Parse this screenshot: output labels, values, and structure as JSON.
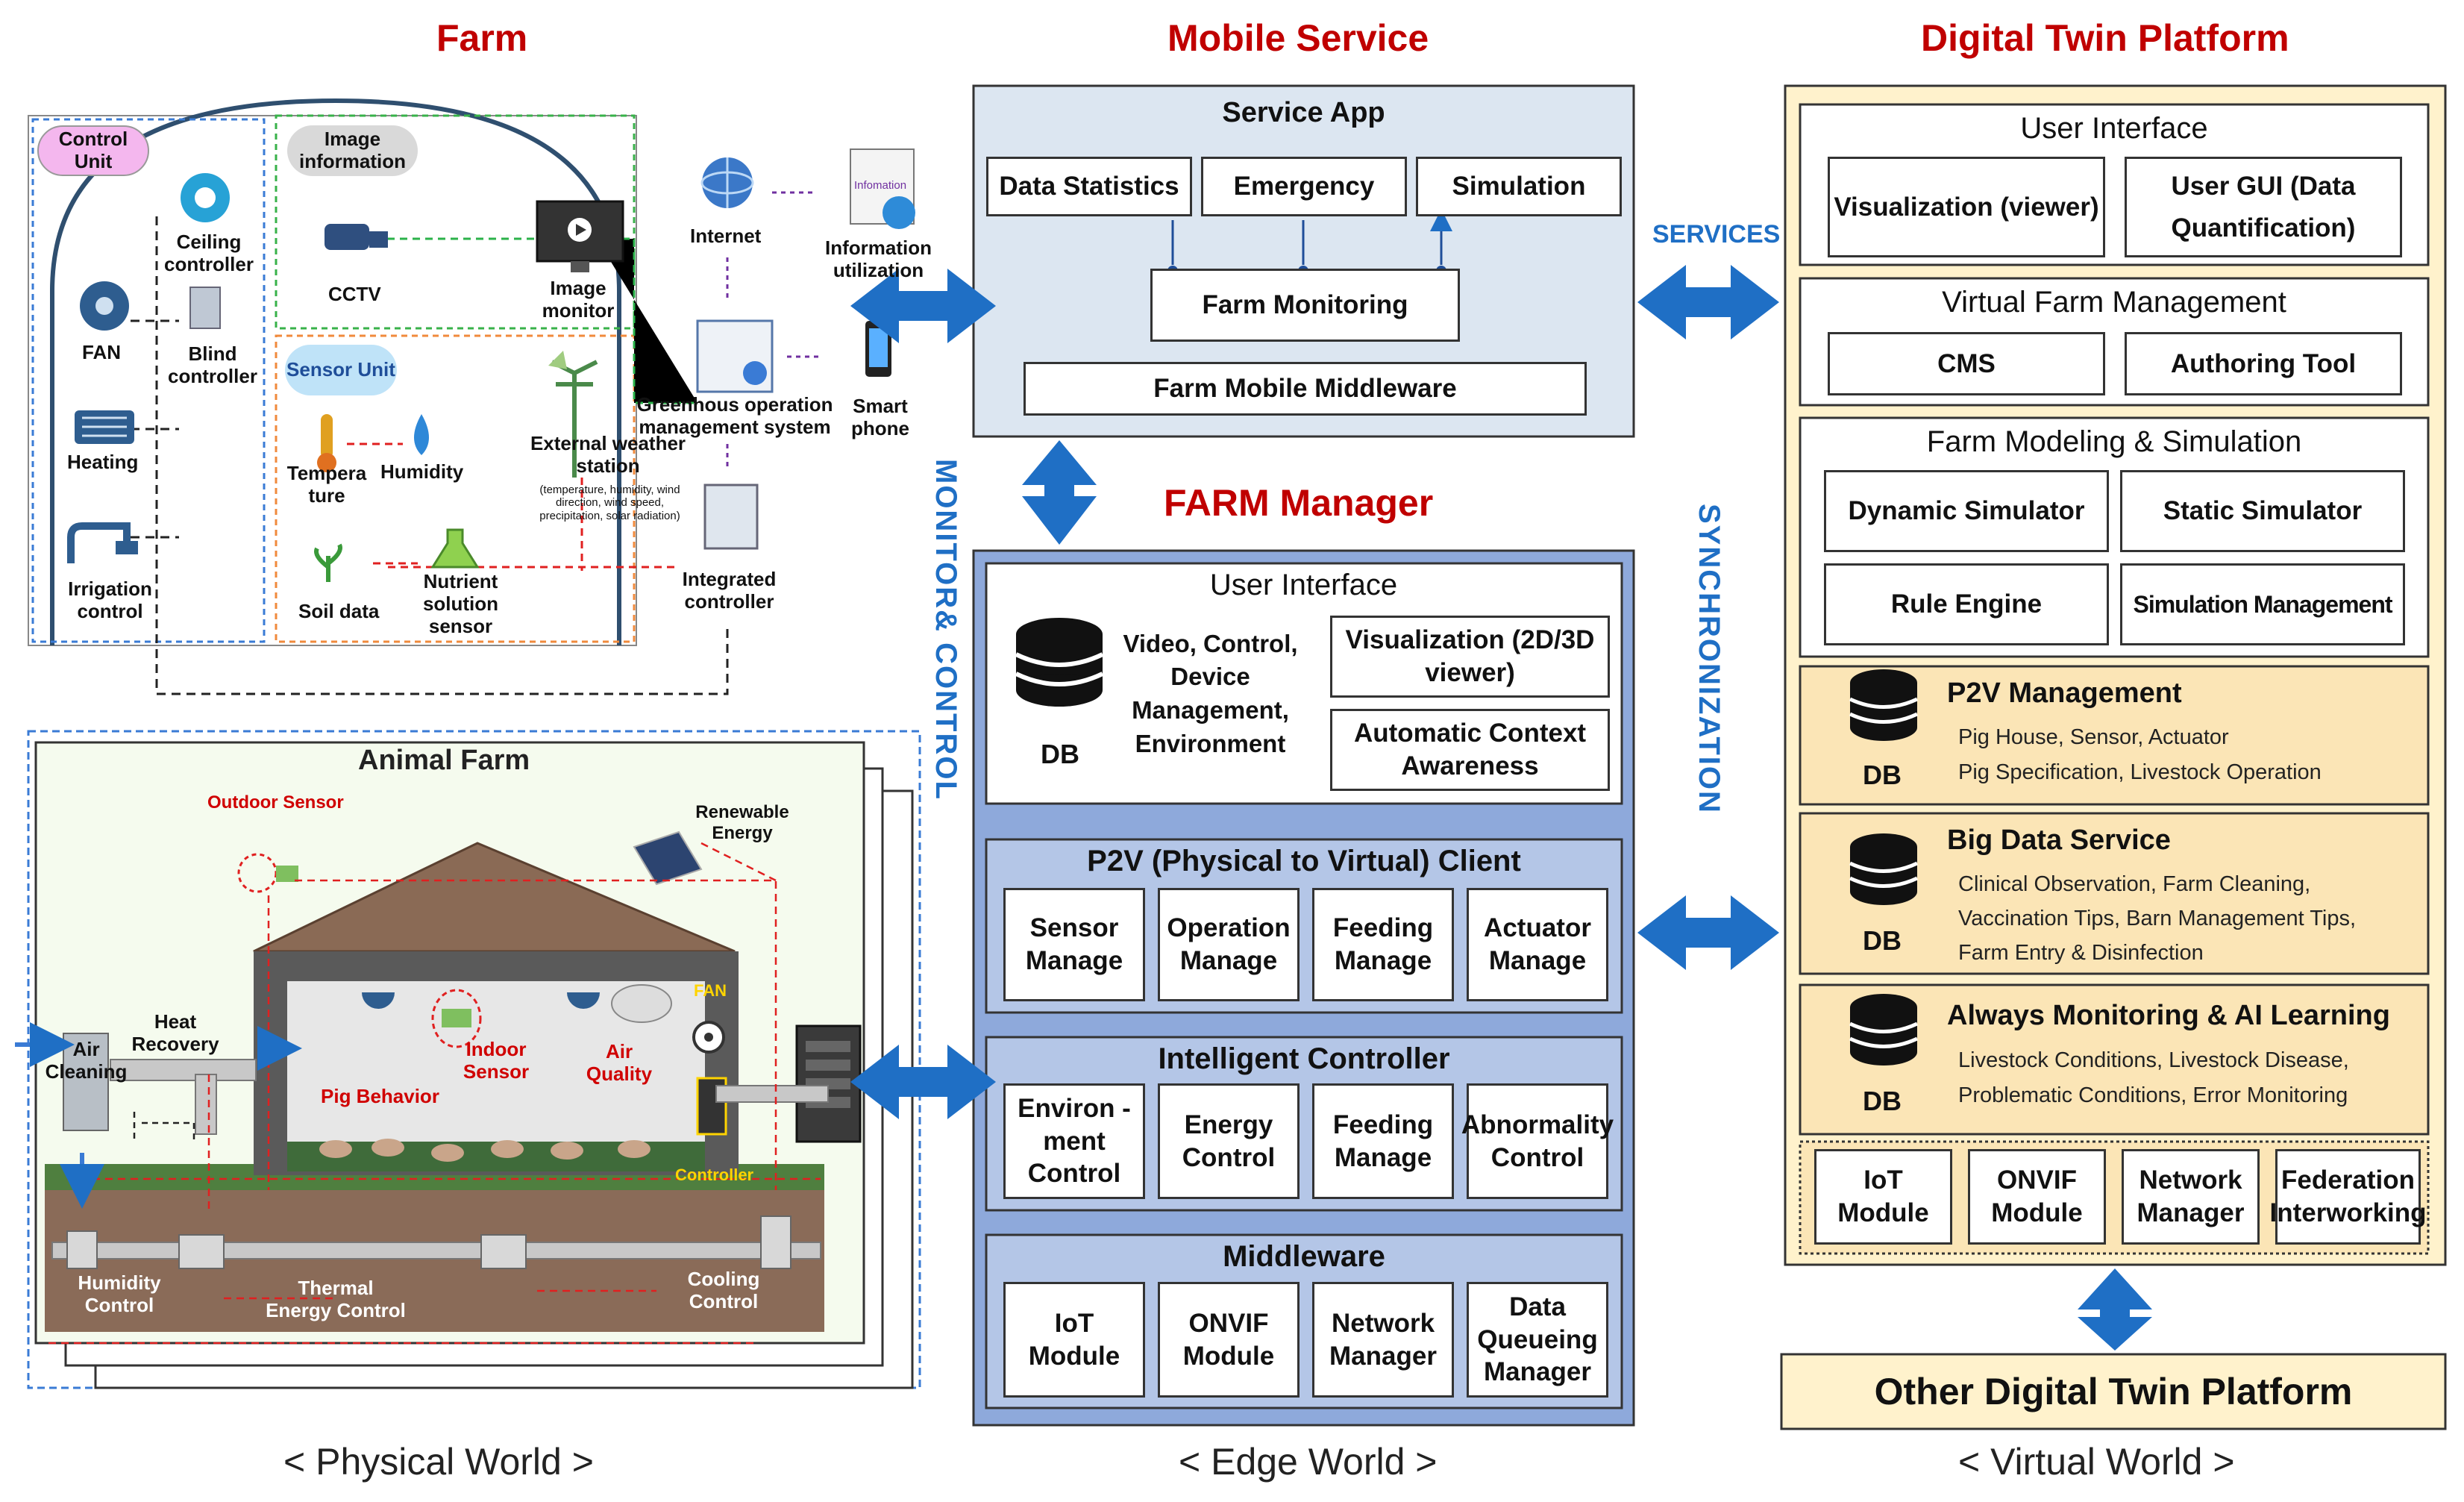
{
  "titles": {
    "farm": "Farm",
    "mobile": "Mobile Service",
    "digital_twin": "Digital Twin Platform",
    "farm_manager": "FARM Manager"
  },
  "worlds": {
    "physical": "< Physical World >",
    "edge": "< Edge World >",
    "virtual": "< Virtual World >"
  },
  "connectors": {
    "services": "SERVICES",
    "monitor_control": "MONITOR& CONTROL",
    "synchronization": "SYNCHRONIZATION"
  },
  "farm": {
    "control_unit": "Control Unit",
    "image_information": "Image information",
    "sensor_unit": "Sensor Unit",
    "fan": "FAN",
    "heating": "Heating",
    "irrigation": "Irrigation control",
    "ceiling": "Ceiling controller",
    "blind": "Blind controller",
    "cctv": "CCTV",
    "image_monitor": "Image monitor",
    "temperature": "Tempera ture",
    "humidity": "Humidity",
    "soil": "Soil data",
    "nutrient": "Nutrient solution sensor",
    "weather": "External weather station",
    "weather_detail": "(temperature, humidity, wind direction, wind speed, precipitation, solar radiation)",
    "internet": "Internet",
    "info_util": "Information utilization",
    "greenhouse": "Greenhous operation management system",
    "smartphone": "Smart phone",
    "integrated": "Integrated controller",
    "info_screen": "Infomation"
  },
  "animal_farm": {
    "title": "Animal Farm",
    "outdoor_sensor": "Outdoor Sensor",
    "renewable": "Renewable Energy",
    "heat_recovery": "Heat Recovery",
    "air_cleaning": "Air Cleaning",
    "pig_behavior": "Pig Behavior",
    "indoor_sensor": "Indoor Sensor",
    "air_quality": "Air Quality",
    "fan": "FAN",
    "controller": "Controller",
    "humidity_control": "Humidity Control",
    "thermal": "Thermal Energy Control",
    "cooling": "Cooling Control"
  },
  "mobile": {
    "service_app": "Service App",
    "data_statistics": "Data Statistics",
    "emergency": "Emergency",
    "simulation": "Simulation",
    "farm_monitoring": "Farm Monitoring",
    "middleware": "Farm Mobile Middleware"
  },
  "manager": {
    "ui_title": "User Interface",
    "db": "DB",
    "video_control": "Video, Control, Device Management, Environment",
    "visualization": "Visualization (2D/3D viewer)",
    "context": "Automatic Context Awareness",
    "p2v_title": "P2V (Physical to Virtual) Client",
    "p2v": [
      "Sensor Manage",
      "Operation Manage",
      "Feeding Manage",
      "Actuator Manage"
    ],
    "ic_title": "Intelligent Controller",
    "ic": [
      "Environ -ment Control",
      "Energy Control",
      "Feeding Manage",
      "Abnormality Control"
    ],
    "mw_title": "Middleware",
    "mw": [
      "IoT Module",
      "ONVIF Module",
      "Network Manager",
      "Data Queueing Manager"
    ]
  },
  "dt": {
    "ui_title": "User Interface",
    "visualization": "Visualization (viewer)",
    "user_gui": "User GUI (Data Quantification)",
    "vfm_title": "Virtual Farm Management",
    "cms": "CMS",
    "authoring": "Authoring Tool",
    "fms_title": "Farm Modeling & Simulation",
    "dynamic": "Dynamic Simulator",
    "static": "Static Simulator",
    "rule": "Rule Engine",
    "sim_mgmt": "Simulation Management",
    "db": "DB",
    "p2v_title": "P2V Management",
    "p2v_l1": "Pig House, Sensor, Actuator",
    "p2v_l2": "Pig Specification, Livestock Operation",
    "bd_title": "Big Data Service",
    "bd_l1": "Clinical Observation, Farm Cleaning,",
    "bd_l2": "Vaccination Tips, Barn Management Tips,",
    "bd_l3": "Farm Entry & Disinfection",
    "am_title": "Always Monitoring & AI Learning",
    "am_l1": "Livestock Conditions, Livestock Disease,",
    "am_l2": "Problematic Conditions, Error Monitoring",
    "modules": [
      "IoT Module",
      "ONVIF Module",
      "Network Manager",
      "Federation Interworking"
    ],
    "other": "Other Digital Twin Platform"
  },
  "colors": {
    "title_red": "#c00000",
    "connector_blue": "#1f6fc5",
    "mobile_bg": "#dce6f1",
    "manager_bg": "#8ea9db",
    "manager_inner": "#b4c6e7",
    "dt_bg": "#fff2cc",
    "dt_section": "#fbe5b6"
  }
}
